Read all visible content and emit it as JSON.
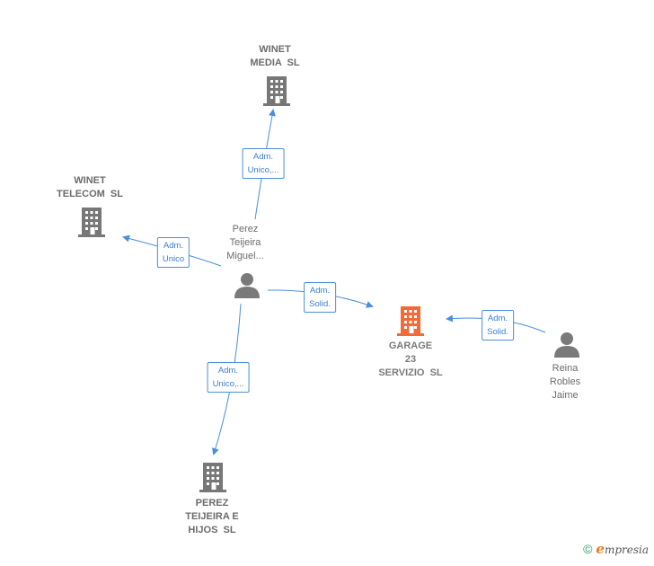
{
  "colors": {
    "company": "#777777",
    "focus_company": "#f26a36",
    "person": "#7a7a7a",
    "edge": "#4a8fd9"
  },
  "nodes": {
    "winet_media": {
      "label": [
        "WINET",
        "MEDIA  SL"
      ],
      "icon": "building-icon"
    },
    "winet_telecom": {
      "label": [
        "WINET",
        "TELECOM  SL"
      ],
      "icon": "building-icon"
    },
    "perez_teijeira": {
      "label": [
        "Perez",
        "Teijeira",
        "Miguel..."
      ],
      "icon": "person-icon"
    },
    "garage_23": {
      "label": [
        "GARAGE",
        "23",
        "SERVIZIO  SL"
      ],
      "icon": "building-icon"
    },
    "reina_robles": {
      "label": [
        "Reina",
        "Robles",
        "Jaime"
      ],
      "icon": "person-icon"
    },
    "perez_hijos": {
      "label": [
        "PEREZ",
        "TEIJEIRA E",
        "HIJOS  SL"
      ],
      "icon": "building-icon"
    }
  },
  "edges": {
    "to_winet_media": [
      "Adm.",
      "Unico,..."
    ],
    "to_winet_telecom": [
      "Adm.",
      "Unico"
    ],
    "to_garage_perez": [
      "Adm.",
      "Solid."
    ],
    "to_garage_reina": [
      "Adm.",
      "Solid."
    ],
    "to_perez_hijos": [
      "Adm.",
      "Unico,..."
    ]
  },
  "footer": {
    "copyright": "©",
    "brand_initial": "e",
    "brand_rest": "mpresia"
  }
}
